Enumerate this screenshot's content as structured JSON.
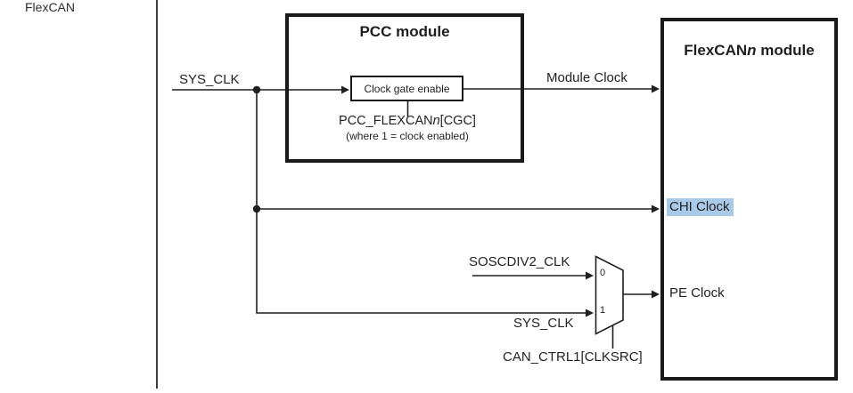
{
  "diagram": {
    "corner_label": "FlexCAN",
    "pcc": {
      "title": "PCC module",
      "clock_gate": "Clock gate enable",
      "register_prefix": "PCC_FLEXCAN",
      "register_var": "n",
      "register_suffix": "[CGC]",
      "register_note": "(where 1 = clock enabled)"
    },
    "flexcan": {
      "title_prefix": "FlexCAN",
      "title_var": "n",
      "title_suffix": " module",
      "chi_clock": "CHI Clock",
      "pe_clock": "PE Clock"
    },
    "signals": {
      "sys_clk": "SYS_CLK",
      "module_clock": "Module Clock",
      "soscdiv2_clk": "SOSCDIV2_CLK",
      "sys_clk_alt": "SYS_CLK",
      "mux_select": "CAN_CTRL1[CLKSRC]",
      "mux_in0": "0",
      "mux_in1": "1"
    },
    "colors": {
      "line": "#1f1f1f",
      "box_border": "#1a1a1a",
      "chi_highlight": "#a9c9e9",
      "text": "#1f1f1f",
      "separator": "#3c3c3c"
    }
  }
}
